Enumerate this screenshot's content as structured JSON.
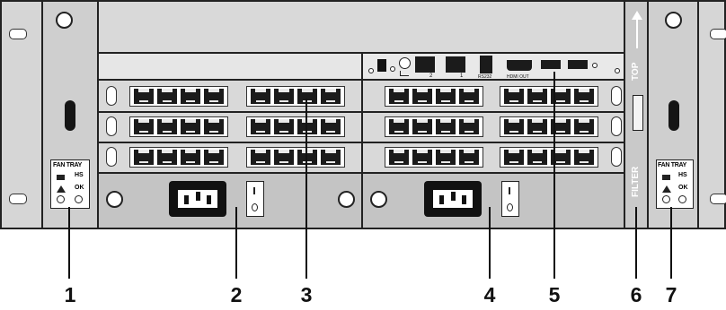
{
  "fan_tray": {
    "title": "FAN TRAY",
    "hs": "HS",
    "ok": "OK"
  },
  "io_panel": {
    "rs232": "RS232",
    "hdmi": "HDMI OUT",
    "lan1": "1",
    "lan2": "2"
  },
  "right_panel": {
    "top": "TOP",
    "filter": "FILTER"
  },
  "callouts": [
    "1",
    "2",
    "3",
    "4",
    "5",
    "6",
    "7"
  ]
}
